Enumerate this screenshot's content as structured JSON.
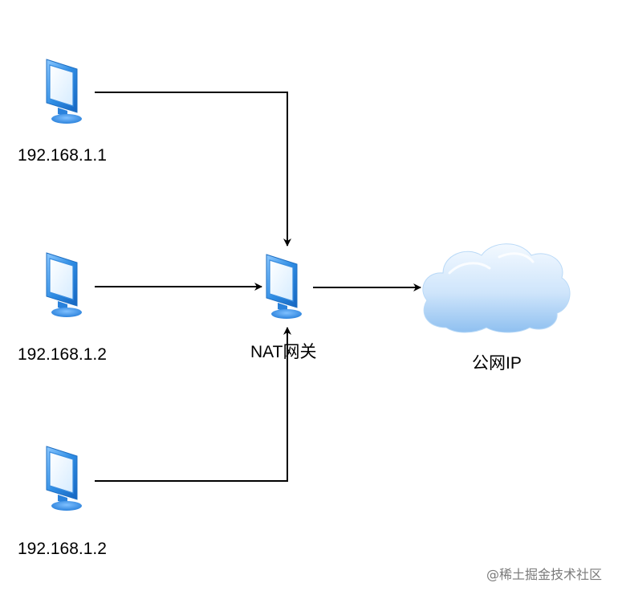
{
  "nodes": {
    "host1": {
      "label": "192.168.1.1",
      "icon": "computer-monitor-icon"
    },
    "host2": {
      "label": "192.168.1.2",
      "icon": "computer-monitor-icon"
    },
    "host3": {
      "label": "192.168.1.2",
      "icon": "computer-monitor-icon"
    },
    "gateway": {
      "label": "NAT网关",
      "icon": "computer-monitor-icon"
    },
    "internet": {
      "label": "公网IP",
      "icon": "cloud-icon"
    }
  },
  "watermark": "@稀土掘金技术社区",
  "colors": {
    "monitor_frame": "#2f8de4",
    "monitor_screen": "#eaf5ff",
    "cloud_light": "#e4f1fd",
    "cloud_dark": "#9cc8f2",
    "connector": "#000000"
  }
}
